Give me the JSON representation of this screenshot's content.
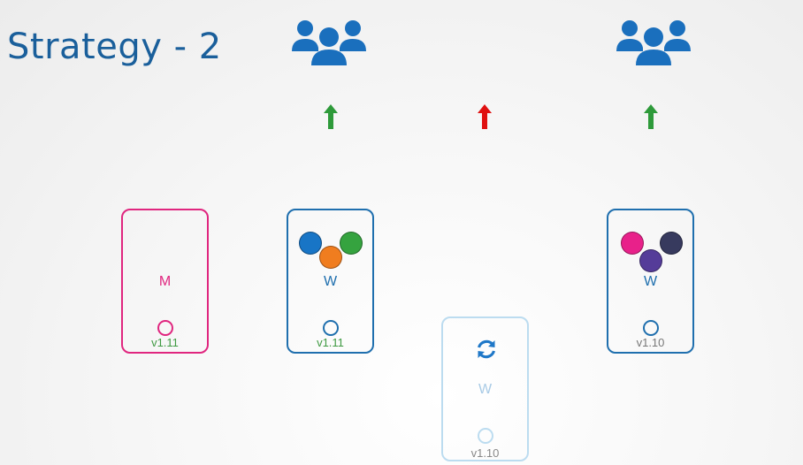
{
  "title": "Strategy - 2",
  "colors": {
    "title": "#1a5f9b",
    "master": "#e0267f",
    "worker": "#1f6fae",
    "worker_faded": "#bcdcf0",
    "version_new": "#3f9a42",
    "version_old": "#777777",
    "arrow_up_ok": "#2e9a3a",
    "arrow_up_bad": "#e01010"
  },
  "icons": [
    "users-icon",
    "users-icon",
    "arrow-up-icon",
    "arrow-up-icon",
    "arrow-up-icon",
    "refresh-icon"
  ],
  "nodes": {
    "master": {
      "letter": "M",
      "version": "v1.11"
    },
    "worker1": {
      "letter": "W",
      "version": "v1.11",
      "pods": [
        "#1875c6",
        "#f07d1f",
        "#35a33f"
      ]
    },
    "worker2": {
      "letter": "W",
      "version": "v1.10"
    },
    "worker3": {
      "letter": "W",
      "version": "v1.10",
      "pods": [
        "#e8218a",
        "#553c99",
        "#373a5e"
      ]
    }
  }
}
